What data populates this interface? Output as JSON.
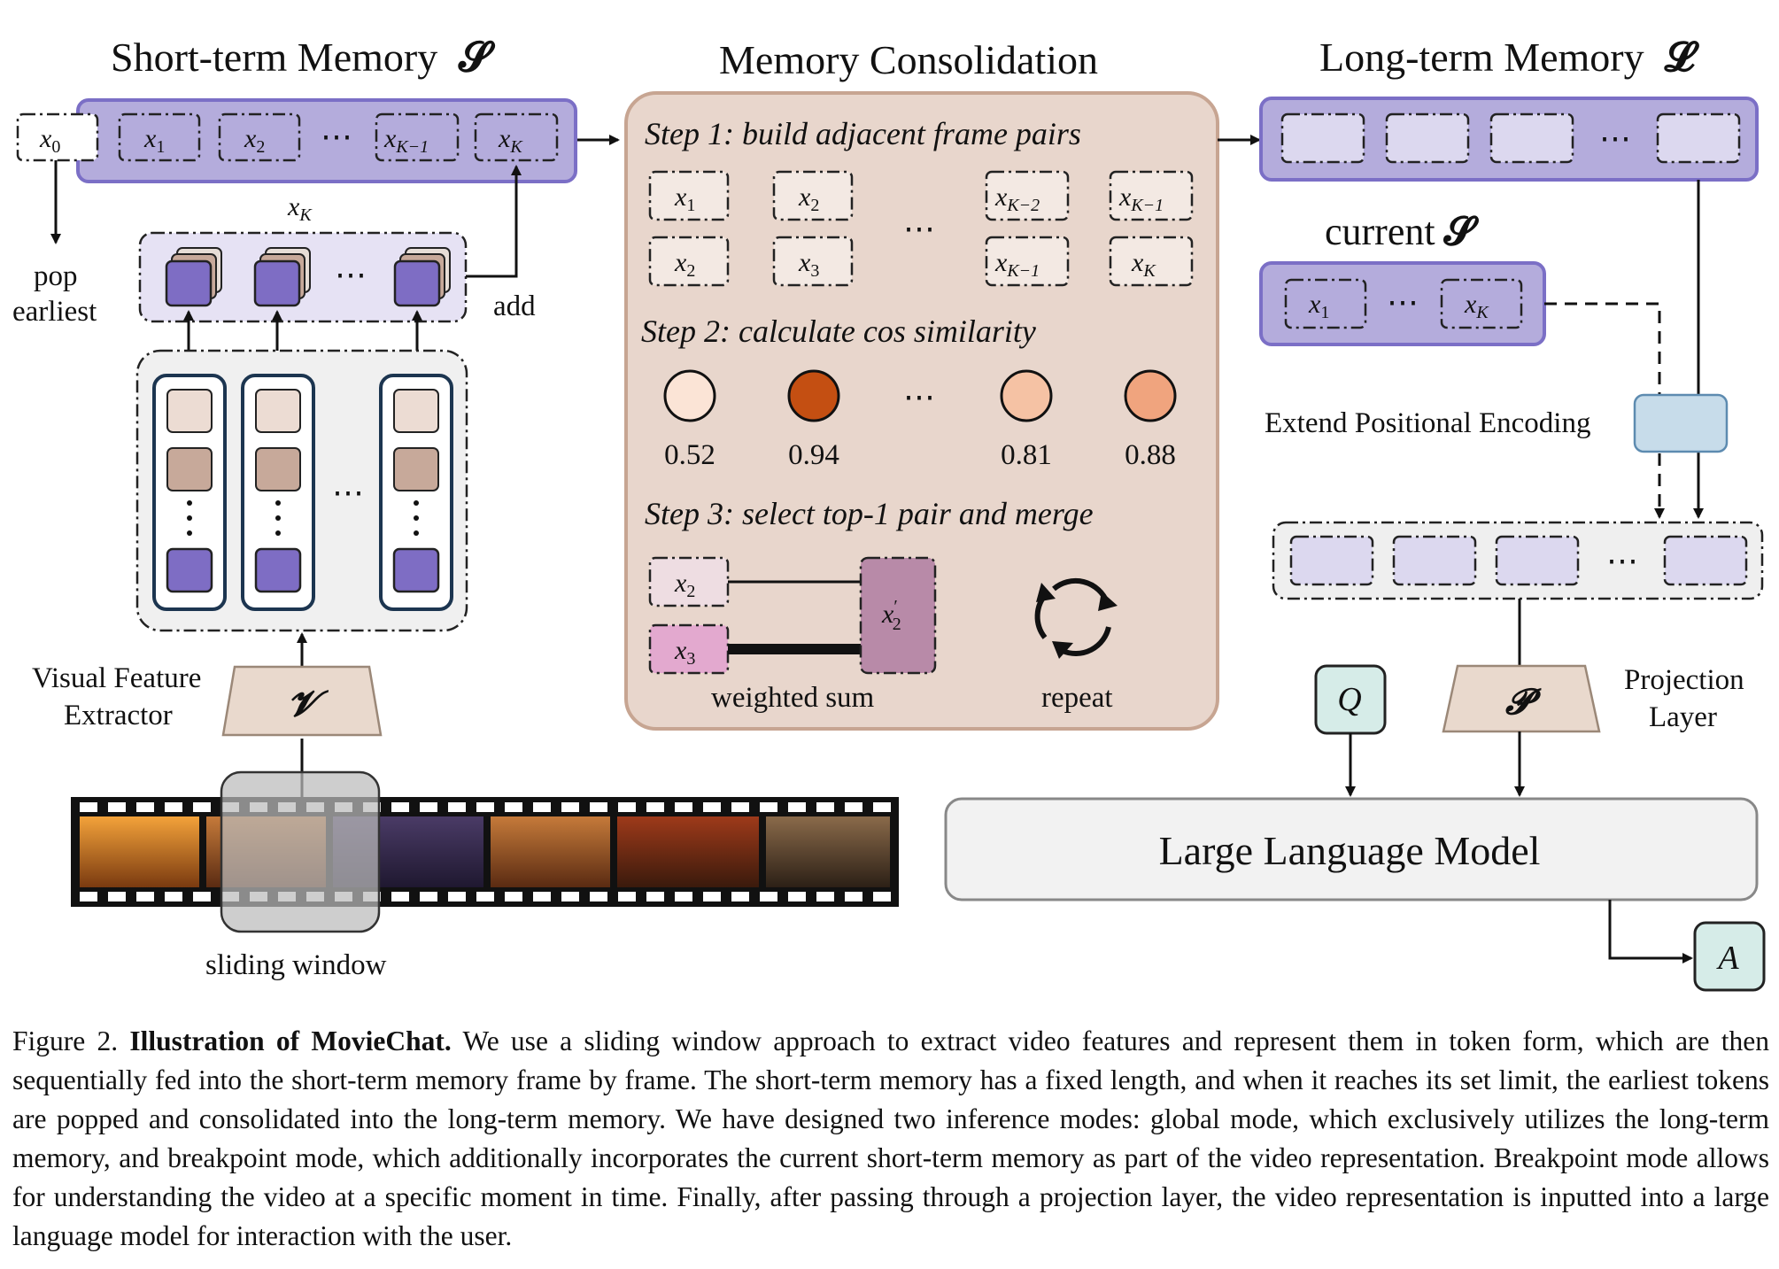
{
  "headings": {
    "short_term": "Short-term Memory",
    "short_term_symbol": "𝓢",
    "consolidation": "Memory Consolidation",
    "long_term": "Long-term Memory",
    "long_term_symbol": "𝓛",
    "current": "current",
    "current_symbol": "𝓢"
  },
  "short_term_tokens": {
    "x0": "x",
    "x0_sub": "0",
    "x1": "x",
    "x1_sub": "1",
    "x2": "x",
    "x2_sub": "2",
    "dots": "⋯",
    "xk1": "x",
    "xk1_sub": "K−1",
    "xk": "x",
    "xk_sub": "K"
  },
  "labels": {
    "xk_above_stack": "x",
    "xk_above_stack_sub": "K",
    "pop": "pop",
    "earliest": "earliest",
    "add": "add",
    "vfe_line1": "Visual Feature",
    "vfe_line2": "Extractor",
    "v_symbol": "𝓥",
    "sliding_window": "sliding window",
    "extend_pe": "Extend Positional Encoding",
    "projection_line1": "Projection",
    "projection_line2": "Layer",
    "p_symbol": "𝓟",
    "q_symbol": "Q",
    "a_symbol": "A",
    "llm": "Large Language Model",
    "dots": "⋯"
  },
  "consolidation": {
    "step1": "Step 1: build adjacent frame pairs",
    "step2": "Step 2: calculate cos similarity",
    "step3": "Step 3: select top-1 pair and merge",
    "pairs": [
      {
        "top": "x",
        "top_sub": "1",
        "bottom": "x",
        "bottom_sub": "2"
      },
      {
        "top": "x",
        "top_sub": "2",
        "bottom": "x",
        "bottom_sub": "3"
      },
      {
        "top": "x",
        "top_sub": "K−2",
        "bottom": "x",
        "bottom_sub": "K−1"
      },
      {
        "top": "x",
        "top_sub": "K−1",
        "bottom": "x",
        "bottom_sub": "K"
      }
    ],
    "similarities": [
      {
        "value": "0.52",
        "color": "#fbe4d6"
      },
      {
        "value": "0.94",
        "color": "#c44f12"
      },
      {
        "value": "0.81",
        "color": "#f5c2a4"
      },
      {
        "value": "0.88",
        "color": "#f0a47e"
      }
    ],
    "merge_a": "x",
    "merge_a_sub": "2",
    "merge_b": "x",
    "merge_b_sub": "3",
    "merged": "x",
    "merged_sub": "2",
    "merged_prime": "′",
    "weighted_sum": "weighted sum",
    "repeat": "repeat"
  },
  "current_tokens": {
    "first": "x",
    "first_sub": "1",
    "last": "x",
    "last_sub": "K"
  },
  "caption": {
    "figure_label": "Figure 2.",
    "bold_title": "Illustration of MovieChat.",
    "body": "We use a sliding window approach to extract video features and represent them in token form, which are then sequentially fed into the short-term memory frame by frame. The short-term memory has a fixed length, and when it reaches its set limit, the earliest tokens are popped and consolidated into the long-term memory. We have designed two inference modes: global mode, which exclusively utilizes the long-term memory, and breakpoint mode, which additionally incorporates the current short-term memory as part of the video representation. Breakpoint mode allows for understanding the video at a specific moment in time. Finally, after passing through a projection layer, the video representation is inputted into a large language model for interaction with the user."
  },
  "colors": {
    "memory_fill": "#b4acdc",
    "memory_stroke": "#7b6fc6",
    "token_fill": "#7e6dc4",
    "consolidation_fill": "#e8d6cc",
    "consolidation_stroke": "#c7a592",
    "extractor_fill": "#e9d9cd",
    "qa_fill": "#d6ece8",
    "pe_fill": "#c7dcea",
    "llm_fill": "#f2f2f2",
    "merged_fill": "#b88aa8"
  }
}
